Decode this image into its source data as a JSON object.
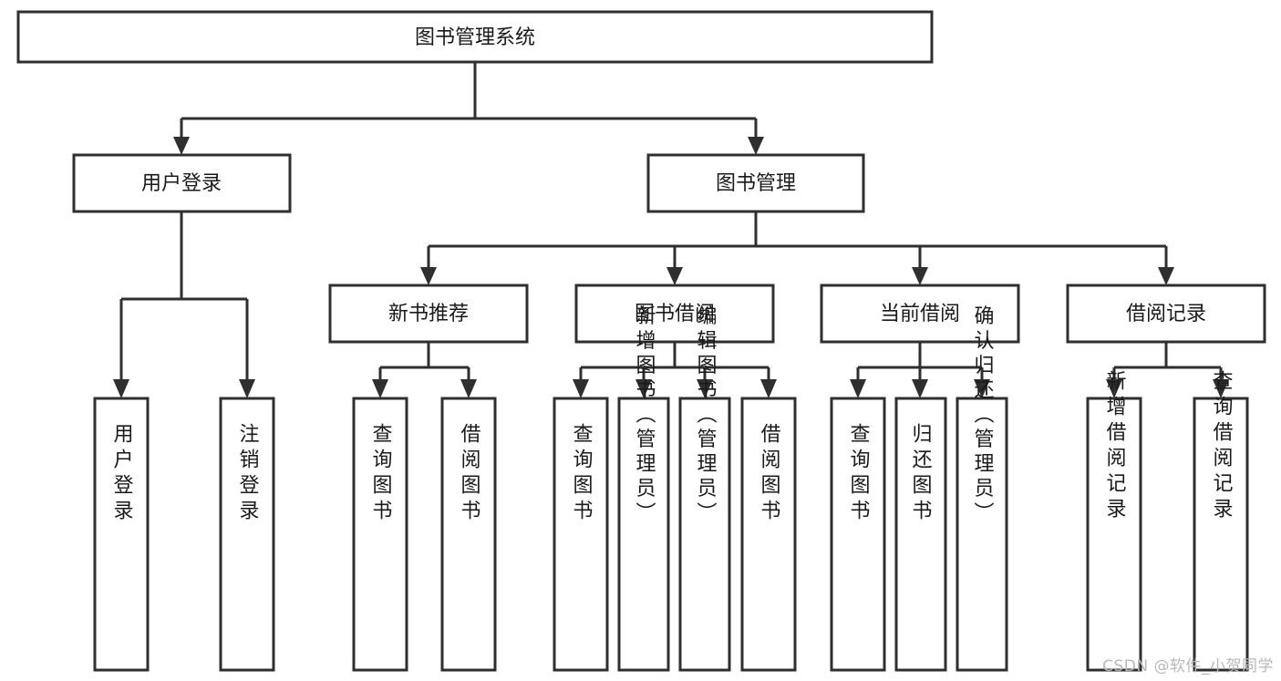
{
  "diagram": {
    "type": "tree",
    "title": "图书管理系统",
    "orientation": "top-down",
    "watermark": "CSDN @软件_小贺同学",
    "colors": {
      "box_stroke": "#2f2f2f",
      "box_fill": "#ffffff",
      "connector": "#2f2f2f",
      "text": "#1a1a1a",
      "background": "#ffffff",
      "watermark": "#b9b9b9"
    },
    "root": {
      "id": "root",
      "label": "图书管理系统"
    },
    "level2": [
      {
        "id": "user-login",
        "label": "用户登录"
      },
      {
        "id": "book-manage",
        "label": "图书管理"
      }
    ],
    "level3": [
      {
        "id": "new-book-rec",
        "label": "新书推荐",
        "parent": "book-manage"
      },
      {
        "id": "book-borrow",
        "label": "图书借阅",
        "parent": "book-manage"
      },
      {
        "id": "current-borrow",
        "label": "当前借阅",
        "parent": "book-manage"
      },
      {
        "id": "borrow-record",
        "label": "借阅记录",
        "parent": "book-manage"
      }
    ],
    "leaves": [
      {
        "id": "leaf-user-login",
        "label": "用户登录",
        "parent": "user-login"
      },
      {
        "id": "leaf-logout",
        "label": "注销登录",
        "parent": "user-login"
      },
      {
        "id": "leaf-query-book-1",
        "label": "查询图书",
        "parent": "new-book-rec"
      },
      {
        "id": "leaf-borrow-book-1",
        "label": "借阅图书",
        "parent": "new-book-rec"
      },
      {
        "id": "leaf-query-book-2",
        "label": "查询图书",
        "parent": "book-borrow"
      },
      {
        "id": "leaf-add-book",
        "label": "新增图书（管理员）",
        "parent": "book-borrow"
      },
      {
        "id": "leaf-edit-book",
        "label": "编辑图书（管理员）",
        "parent": "book-borrow"
      },
      {
        "id": "leaf-borrow-book-2",
        "label": "借阅图书",
        "parent": "book-borrow"
      },
      {
        "id": "leaf-query-book-3",
        "label": "查询图书",
        "parent": "current-borrow"
      },
      {
        "id": "leaf-return-book",
        "label": "归还图书",
        "parent": "current-borrow"
      },
      {
        "id": "leaf-confirm-return",
        "label": "确认归还（管理员）",
        "parent": "current-borrow"
      },
      {
        "id": "leaf-add-record",
        "label": "新增借阅记录",
        "parent": "borrow-record"
      },
      {
        "id": "leaf-query-record",
        "label": "查询借阅记录",
        "parent": "borrow-record"
      }
    ]
  }
}
